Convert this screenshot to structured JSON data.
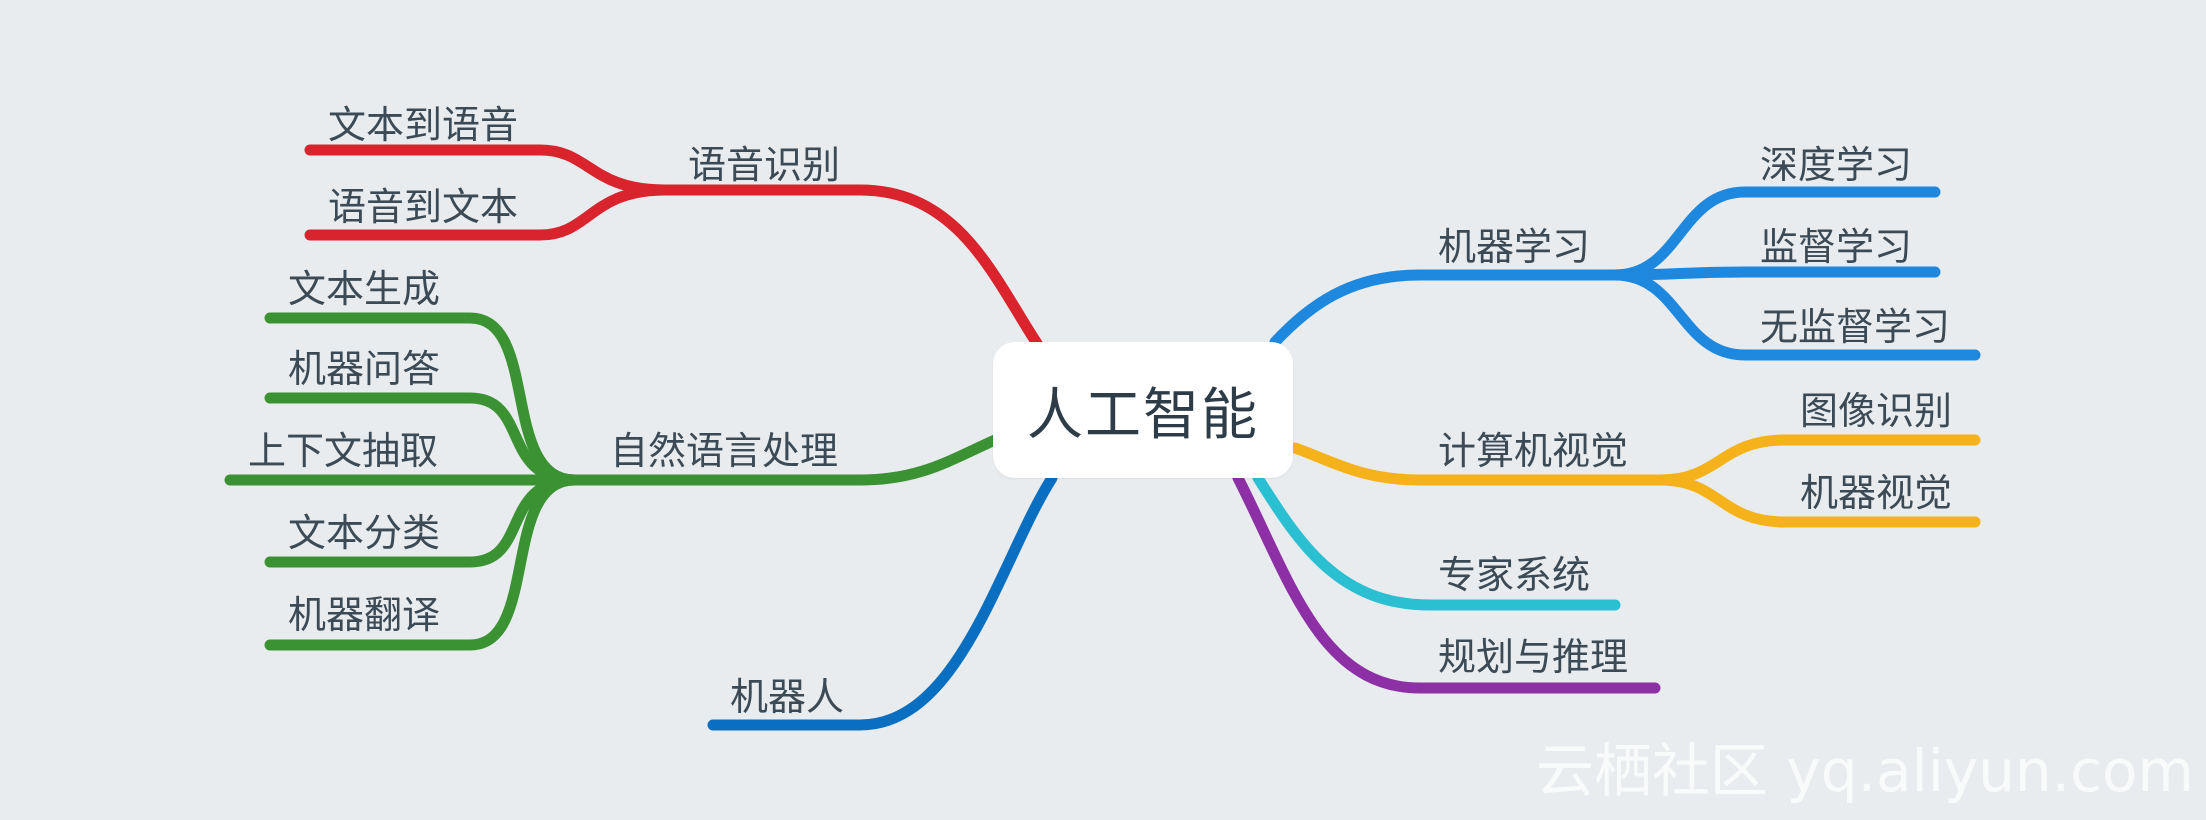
{
  "root": {
    "label": "人工智能"
  },
  "colors": {
    "speech": "#d9232d",
    "nlp": "#3a9232",
    "robot": "#0a6fc0",
    "ml": "#1d88dd",
    "vision": "#f6b21b",
    "expert": "#2bbfd2",
    "planning": "#8d2fa5"
  },
  "branches": {
    "speech": {
      "label": "语音识别",
      "children": [
        "文本到语音",
        "语音到文本"
      ]
    },
    "nlp": {
      "label": "自然语言处理",
      "children": [
        "文本生成",
        "机器问答",
        "上下文抽取",
        "文本分类",
        "机器翻译"
      ]
    },
    "robot": {
      "label": "机器人"
    },
    "ml": {
      "label": "机器学习",
      "children": [
        "深度学习",
        "监督学习",
        "无监督学习"
      ]
    },
    "vision": {
      "label": "计算机视觉",
      "children": [
        "图像识别",
        "机器视觉"
      ]
    },
    "expert": {
      "label": "专家系统"
    },
    "planning": {
      "label": "规划与推理"
    }
  },
  "watermark": "云栖社区 yq.aliyun.com"
}
